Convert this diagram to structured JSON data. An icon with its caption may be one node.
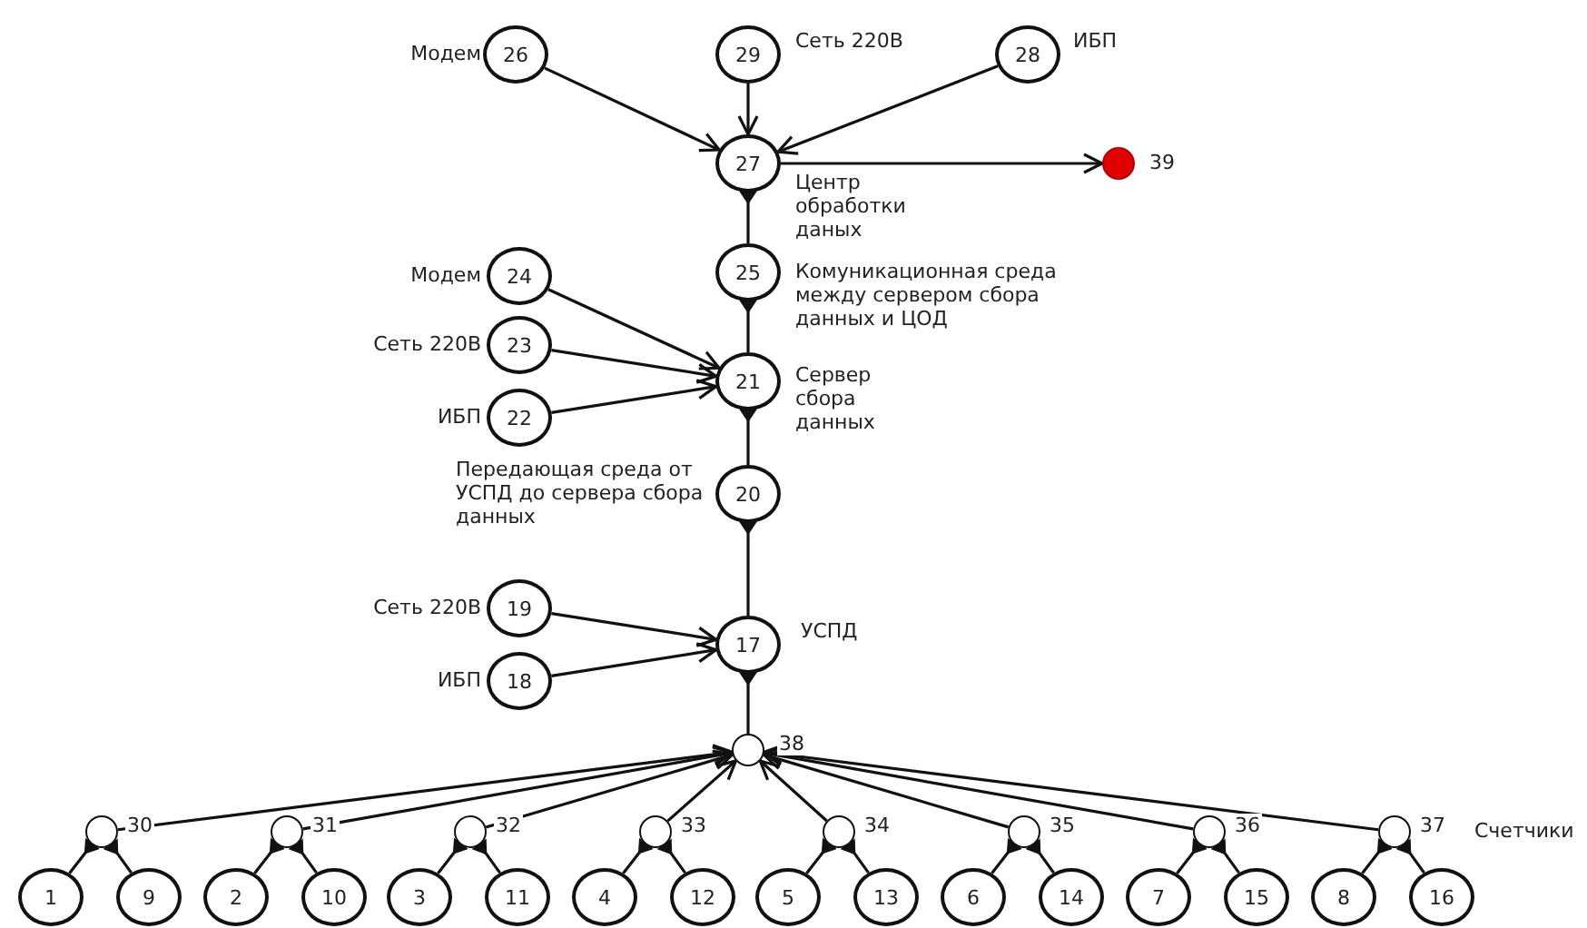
{
  "diagram": {
    "nodes": [
      {
        "text": [
          "26"
        ],
        "beside": [
          "Модем"
        ]
      },
      {
        "text": [
          "29"
        ],
        "beside": [
          "Сеть 220В"
        ]
      },
      {
        "text": [
          "28"
        ],
        "beside": [
          "ИБП"
        ]
      },
      {
        "text": [
          "27"
        ],
        "beside": [
          "Центр обработки даных"
        ]
      },
      {
        "text": [],
        "shape": "circle",
        "beside": [
          "39"
        ]
      },
      {
        "text": [
          "25"
        ],
        "beside": [
          "Комуникационная среда между сервером сбора данных и ЦОД"
        ]
      },
      {
        "text": [
          "24"
        ],
        "beside": [
          "Модем"
        ]
      },
      {
        "text": [
          "23"
        ],
        "beside": [
          "Сеть 220В"
        ]
      },
      {
        "text": [
          "21"
        ],
        "beside": [
          "Сервер сбора данных"
        ]
      },
      {
        "text": [
          "22"
        ],
        "beside": [
          "ИБП"
        ]
      },
      {
        "text": [
          "20"
        ],
        "beside": [
          "Передающая среда от УСПД до сервера сбора данных"
        ]
      },
      {
        "text": [
          "19"
        ],
        "beside": [
          "Сеть 220В"
        ]
      },
      {
        "text": [
          "17"
        ],
        "beside": [
          "УСПД"
        ]
      },
      {
        "text": [
          "18"
        ],
        "beside": [
          "ИБП"
        ]
      },
      {
        "text": [],
        "shape": "circle",
        "beside": [
          "38"
        ]
      },
      {
        "text": [],
        "shape": "circle",
        "beside": [
          "30"
        ]
      },
      {
        "text": [],
        "shape": "circle",
        "beside": [
          "31"
        ]
      },
      {
        "text": [],
        "shape": "circle",
        "beside": [
          "32"
        ]
      },
      {
        "text": [],
        "shape": "circle",
        "beside": [
          "33"
        ]
      },
      {
        "text": [],
        "shape": "circle",
        "beside": [
          "34"
        ]
      },
      {
        "text": [],
        "shape": "circle",
        "beside": [
          "35"
        ]
      },
      {
        "text": [],
        "shape": "circle",
        "beside": [
          "36"
        ]
      },
      {
        "text": [],
        "shape": "circle",
        "beside": [
          "37"
        ]
      },
      {
        "text": [
          "1"
        ]
      },
      {
        "text": [
          "9"
        ]
      },
      {
        "text": [
          "2"
        ]
      },
      {
        "text": [
          "10"
        ]
      },
      {
        "text": [
          "3"
        ]
      },
      {
        "text": [
          "11"
        ]
      },
      {
        "text": [
          "4"
        ]
      },
      {
        "text": [
          "12"
        ]
      },
      {
        "text": [
          "5"
        ]
      },
      {
        "text": [
          "13"
        ]
      },
      {
        "text": [
          "6"
        ]
      },
      {
        "text": [
          "14"
        ]
      },
      {
        "text": [
          "7"
        ]
      },
      {
        "text": [
          "15"
        ]
      },
      {
        "text": [
          "8"
        ]
      },
      {
        "text": [
          "16"
        ]
      }
    ],
    "edges": [
      {
        "from": 0,
        "to": 3,
        "arrow": "to"
      },
      {
        "from": 1,
        "to": 3,
        "arrow": "to"
      },
      {
        "from": 2,
        "to": 3,
        "arrow": "to"
      },
      {
        "from": 3,
        "to": 4,
        "arrow": "to"
      },
      {
        "from": 3,
        "to": 5,
        "arrow": "other"
      },
      {
        "from": 5,
        "to": 8,
        "arrow": "other"
      },
      {
        "from": 6,
        "to": 8,
        "arrow": "to"
      },
      {
        "from": 7,
        "to": 8,
        "arrow": "to"
      },
      {
        "from": 9,
        "to": 8,
        "arrow": "to"
      },
      {
        "from": 8,
        "to": 10,
        "arrow": "other"
      },
      {
        "from": 10,
        "to": 12,
        "arrow": "other"
      },
      {
        "from": 11,
        "to": 12,
        "arrow": "to"
      },
      {
        "from": 13,
        "to": 12,
        "arrow": "to"
      },
      {
        "from": 12,
        "to": 14,
        "arrow": "other"
      },
      {
        "from": 15,
        "to": 14,
        "arrow": "to"
      },
      {
        "from": 16,
        "to": 14,
        "arrow": "to"
      },
      {
        "from": 17,
        "to": 14,
        "arrow": "to"
      },
      {
        "from": 18,
        "to": 14,
        "arrow": "to"
      },
      {
        "from": 19,
        "to": 14,
        "arrow": "to"
      },
      {
        "from": 20,
        "to": 14,
        "arrow": "to"
      },
      {
        "from": 21,
        "to": 14,
        "arrow": "to"
      },
      {
        "from": 22,
        "to": 14,
        "arrow": "to"
      },
      {
        "from": 15,
        "to": 23,
        "arrow": "other"
      },
      {
        "from": 15,
        "to": 24,
        "arrow": "other"
      },
      {
        "from": 16,
        "to": 25,
        "arrow": "other"
      },
      {
        "from": 16,
        "to": 26,
        "arrow": "other"
      },
      {
        "from": 17,
        "to": 27,
        "arrow": "other"
      },
      {
        "from": 17,
        "to": 28,
        "arrow": "other"
      },
      {
        "from": 18,
        "to": 29,
        "arrow": "other"
      },
      {
        "from": 18,
        "to": 30,
        "arrow": "other"
      },
      {
        "from": 19,
        "to": 31,
        "arrow": "other"
      },
      {
        "from": 19,
        "to": 32,
        "arrow": "other"
      },
      {
        "from": 20,
        "to": 33,
        "arrow": "other"
      },
      {
        "from": 20,
        "to": 34,
        "arrow": "other"
      },
      {
        "from": 21,
        "to": 35,
        "arrow": "other"
      },
      {
        "from": 21,
        "to": 36,
        "arrow": "other"
      },
      {
        "from": 22,
        "to": 37,
        "arrow": "other"
      },
      {
        "from": 22,
        "to": 38,
        "arrow": "other"
      }
    ],
    "labels": [
      "Счетчики"
    ]
  }
}
